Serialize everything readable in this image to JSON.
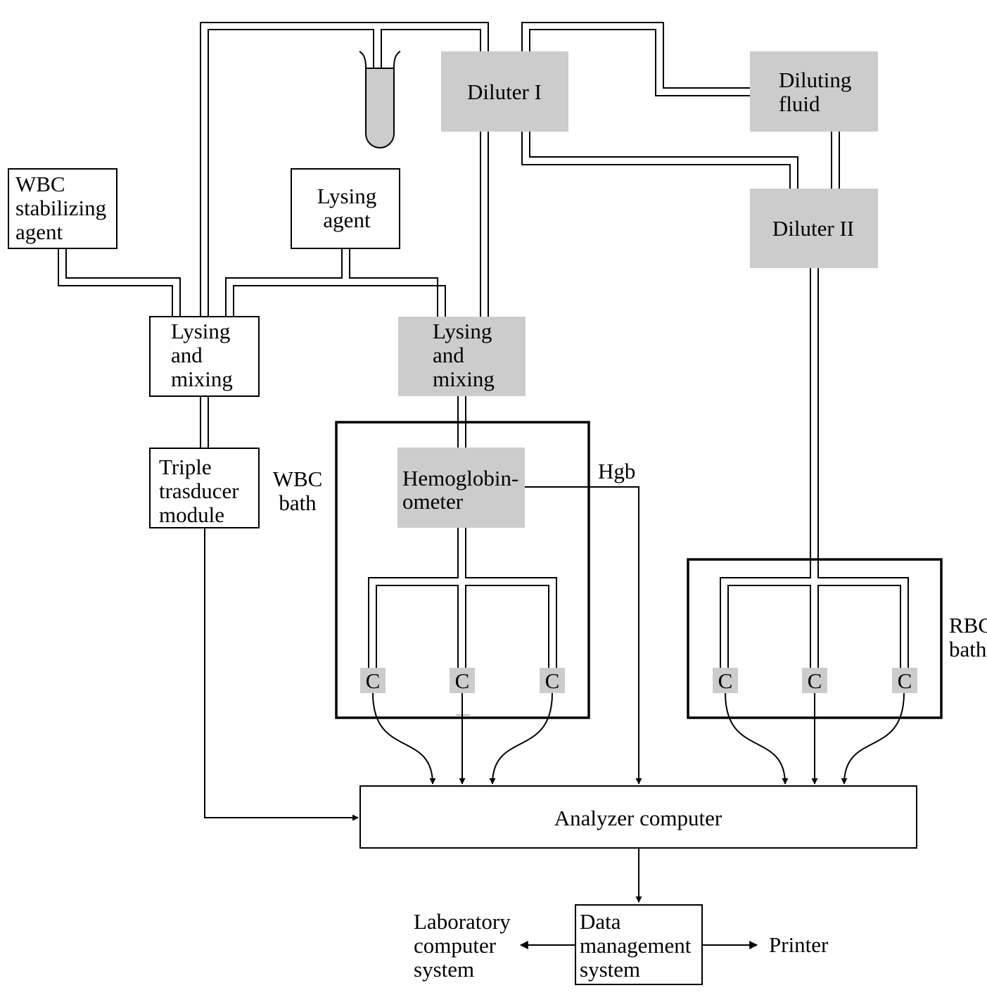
{
  "colors": {
    "gray_fill": "#cccccc",
    "line": "#000000",
    "background": "#ffffff"
  },
  "boxes": {
    "wbc_stabilizing_agent": [
      "WBC",
      "stabilizing",
      "agent"
    ],
    "lysing_agent": [
      "Lysing",
      "agent"
    ],
    "diluter_i": "Diluter I",
    "diluting_fluid": [
      "Diluting",
      "fluid"
    ],
    "diluter_ii": "Diluter II",
    "lysing_mixing_left": [
      "Lysing",
      "and",
      "mixing"
    ],
    "lysing_mixing_right": [
      "Lysing",
      "and",
      "mixing"
    ],
    "triple_transducer": [
      "Triple",
      "trasducer",
      "module"
    ],
    "hemoglobinometer": [
      "Hemoglobin-",
      "ometer"
    ],
    "counter_label": "C",
    "analyzer_computer": "Analyzer computer",
    "data_management": [
      "Data",
      "management",
      "system"
    ]
  },
  "labels": {
    "wbc_bath": [
      "WBC",
      "bath"
    ],
    "rbc_bath": [
      "RBC",
      "bath"
    ],
    "hgb": "Hgb",
    "laboratory_computer_system": [
      "Laboratory",
      "computer",
      "system"
    ],
    "printer": "Printer"
  },
  "icons": {
    "sample_tube": "test-tube-icon"
  }
}
